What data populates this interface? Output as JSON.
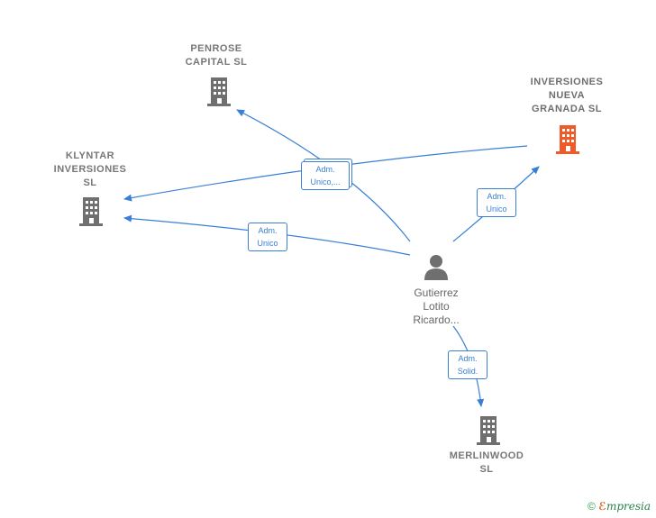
{
  "nodes": {
    "penrose": {
      "label": "PENROSE\nCAPITAL  SL",
      "icon": "building-icon",
      "color": "#6f6f6f"
    },
    "inversiones_nueva_granada": {
      "label": "INVERSIONES\nNUEVA\nGRANADA  SL",
      "icon": "building-icon",
      "color": "#f05a28"
    },
    "klyntar": {
      "label": "KLYNTAR\nINVERSIONES\nSL",
      "icon": "building-icon",
      "color": "#6f6f6f"
    },
    "merlinwood": {
      "label": "MERLINWOOD\nSL",
      "icon": "building-icon",
      "color": "#6f6f6f"
    },
    "person": {
      "label": "Gutierrez\nLotito\nRicardo...",
      "icon": "person-icon",
      "color": "#6f6f6f"
    }
  },
  "edges": {
    "to_penrose_granada_klyntar": {
      "label": "Adm.\nUnico,..."
    },
    "to_klyntar": {
      "label": "Adm.\nUnico"
    },
    "to_granada": {
      "label": "Adm.\nUnico"
    },
    "to_merlinwood": {
      "label": "Adm.\nSolid."
    }
  },
  "colors": {
    "edge": "#3a7fd5"
  },
  "footer": {
    "symbol": "©",
    "brand_initial": "ℰ",
    "brand": "mpresia"
  }
}
